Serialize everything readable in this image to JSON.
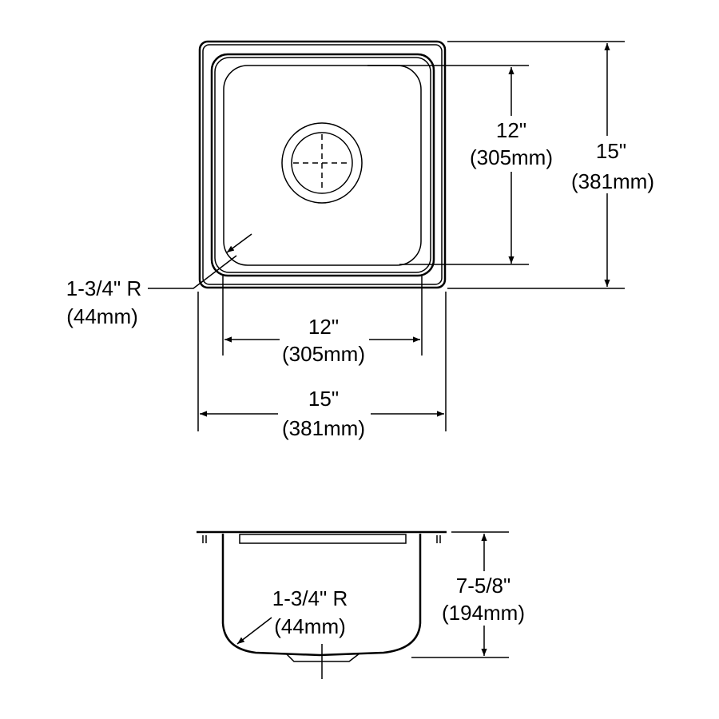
{
  "top_view": {
    "bowl_length": {
      "imperial": "12\"",
      "metric": "(305mm)"
    },
    "overall_length": {
      "imperial": "15\"",
      "metric": "(381mm)"
    },
    "bowl_width": {
      "imperial": "12\"",
      "metric": "(305mm)"
    },
    "overall_width": {
      "imperial": "15\"",
      "metric": "(381mm)"
    },
    "corner_radius": {
      "imperial": "1-3/4\" R",
      "metric": "(44mm)"
    }
  },
  "side_view": {
    "depth": {
      "imperial": "7-5/8\"",
      "metric": "(194mm)"
    },
    "corner_radius": {
      "imperial": "1-3/4\" R",
      "metric": "(44mm)"
    }
  }
}
